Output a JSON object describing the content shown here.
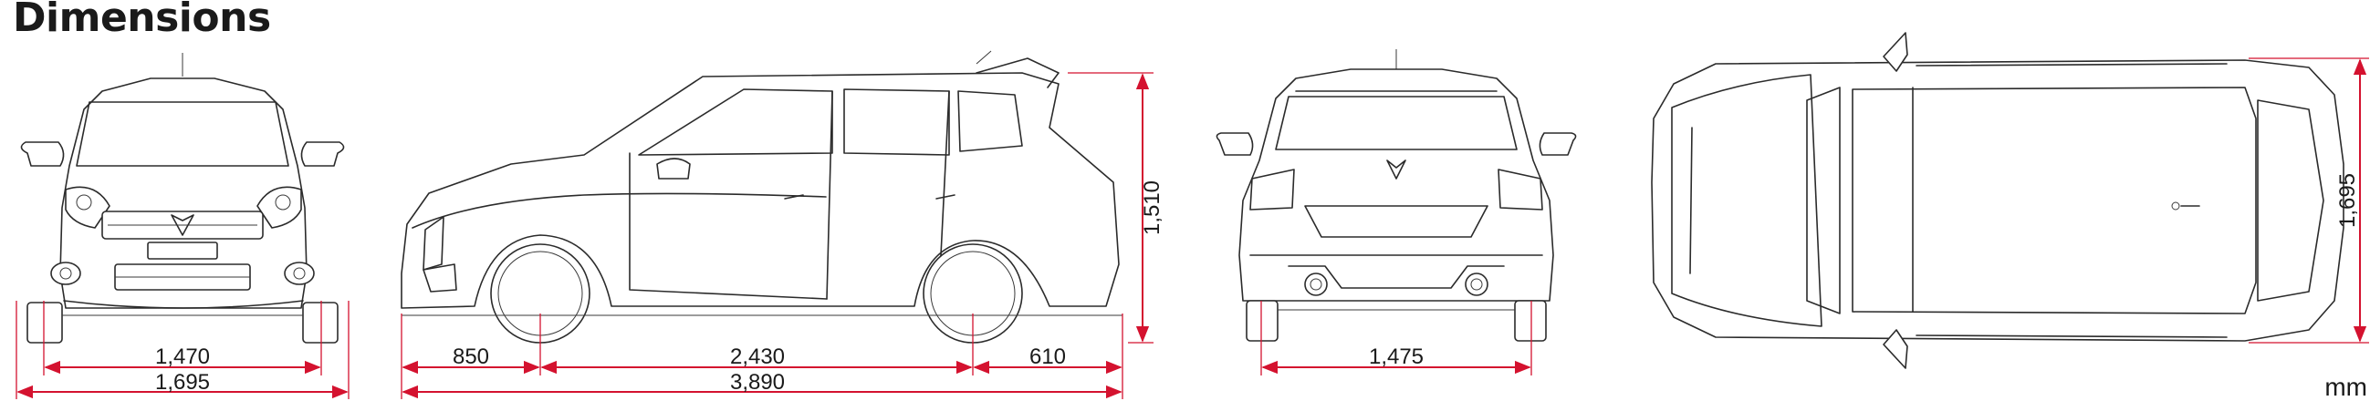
{
  "title": "Dimensions",
  "unit": "mm",
  "accent_color": "#d4122f",
  "line_color": "#2b2b2b",
  "views": [
    "front-view",
    "side-view",
    "rear-view",
    "top-view"
  ],
  "dimensions": {
    "front_track": "1,470",
    "overall_width_front": "1,695",
    "front_overhang": "850",
    "wheelbase": "2,430",
    "rear_overhang": "610",
    "overall_length": "3,890",
    "overall_height": "1,510",
    "rear_track": "1,475",
    "overall_width_top": "1,695"
  }
}
